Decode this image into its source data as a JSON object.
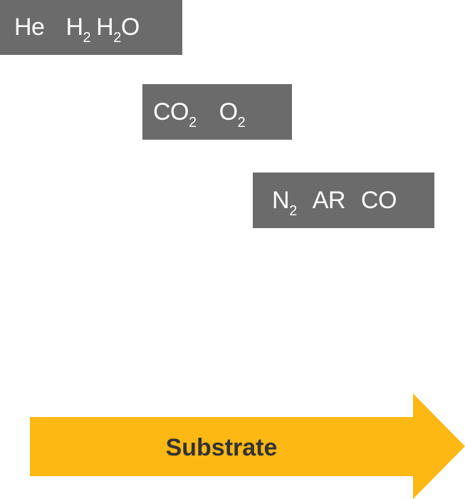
{
  "rows": [
    {
      "gases": [
        {
          "base": "He",
          "sub": "",
          "tail": ""
        },
        {
          "base": "H",
          "sub": "2",
          "tail": ""
        },
        {
          "base": "H",
          "sub": "2",
          "tail": "O"
        }
      ]
    },
    {
      "gases": [
        {
          "base": "CO",
          "sub": "2",
          "tail": ""
        },
        {
          "base": "O",
          "sub": "2",
          "tail": ""
        }
      ]
    },
    {
      "gases": [
        {
          "base": "N",
          "sub": "2",
          "tail": ""
        },
        {
          "base": "AR",
          "sub": "",
          "tail": ""
        },
        {
          "base": "CO",
          "sub": "",
          "tail": ""
        }
      ]
    }
  ],
  "substrate": {
    "label": "Substrate"
  },
  "colors": {
    "box": "#6b6b6b",
    "box_text": "#ffffff",
    "arrow": "#FDB813",
    "arrow_text": "#333333"
  }
}
